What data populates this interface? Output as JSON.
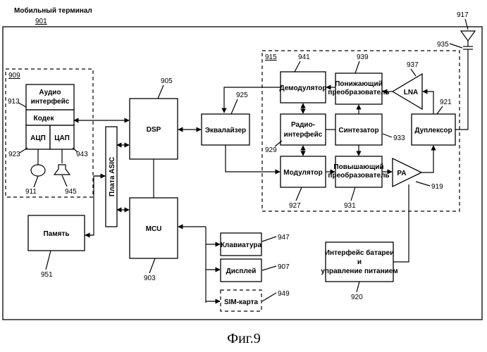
{
  "title": "Мобильный терминал",
  "terminal_ref": "901",
  "caption": "Фиг.9",
  "blocks": {
    "audio_line1": "Аудио",
    "audio_line2": "интерфейс",
    "codec": "Кодек",
    "adc": "АЦП",
    "dac": "ЦАП",
    "asic": "Плата ASIC",
    "dsp": "DSP",
    "mcu": "MCU",
    "memory": "Память",
    "equalizer": "Эквалайзер",
    "demodulator": "Демодулятор",
    "radio_line1": "Радио-",
    "radio_line2": "интерфейс",
    "modulator": "Модулятор",
    "downconv_line1": "Понижающий",
    "downconv_line2": "преобразователь",
    "synth": "Синтезатор",
    "upconv_line1": "Повышающий",
    "upconv_line2": "преобразователь",
    "lna": "LNA",
    "pa": "PA",
    "duplexer": "Дуплексор",
    "keyboard": "Клавиатура",
    "display": "Дисплей",
    "sim": "SIM-карта",
    "battery_line1": "Интерфейс батареи",
    "battery_line2": "и",
    "battery_line3": "управление питанием"
  },
  "refs": {
    "r909": "909",
    "r913": "913",
    "r923": "923",
    "r943": "943",
    "r911": "911",
    "r945": "945",
    "r905": "905",
    "r925": "925",
    "r915": "915",
    "r941": "941",
    "r939": "939",
    "r937": "937",
    "r917": "917",
    "r935": "935",
    "r921": "921",
    "r929": "929",
    "r933": "933",
    "r927": "927",
    "r931": "931",
    "r919": "919",
    "r951": "951",
    "r903": "903",
    "r947": "947",
    "r907": "907",
    "r949": "949",
    "r920": "920"
  }
}
